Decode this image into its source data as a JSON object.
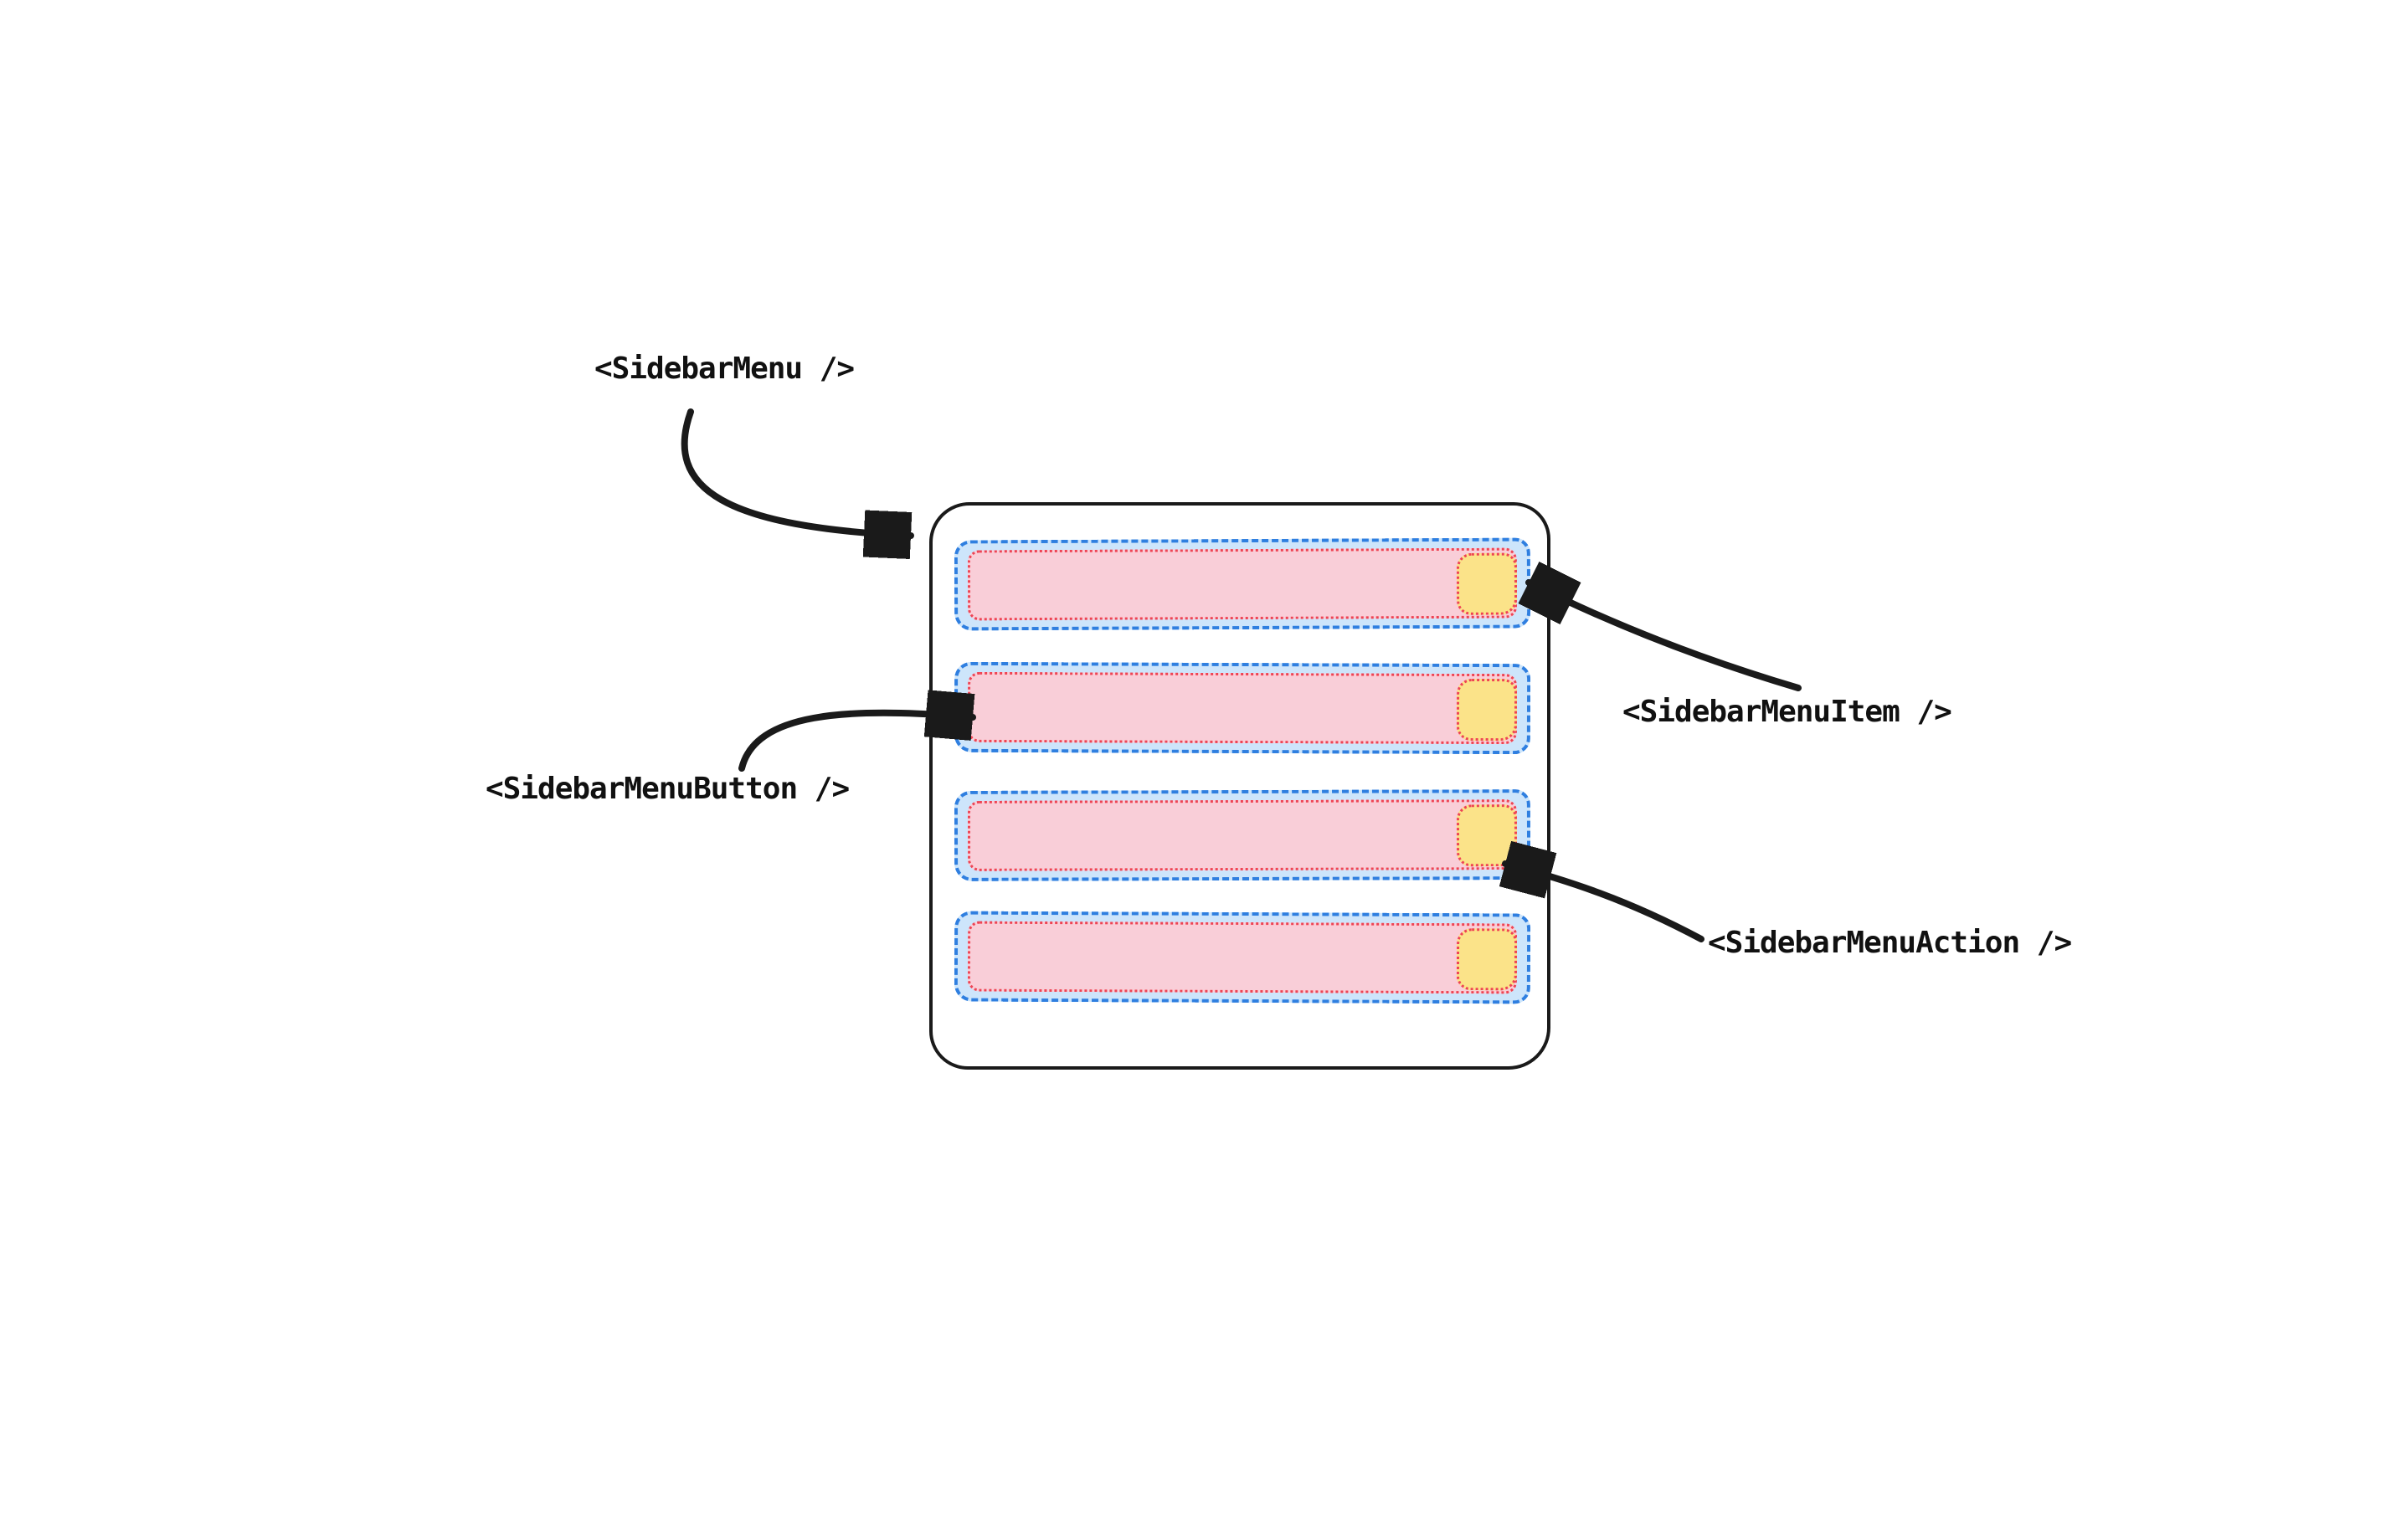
{
  "diagram": {
    "title_context": "Sidebar menu component anatomy",
    "labels": {
      "menu": "<SidebarMenu />",
      "item": "<SidebarMenuItem />",
      "button": "<SidebarMenuButton />",
      "action": "<SidebarMenuAction />"
    },
    "rows": 4,
    "colors": {
      "canvas_bg": "#ffffff",
      "box_border": "#1a1a1a",
      "item_fill": "#cde5fb",
      "item_border": "#2f7fe0",
      "button_fill": "#f9ced8",
      "button_border": "#ee4454",
      "action_fill": "#fbe389",
      "action_border": "#ee4454",
      "arrow": "#1a1a1a",
      "label_text": "#111111"
    }
  }
}
